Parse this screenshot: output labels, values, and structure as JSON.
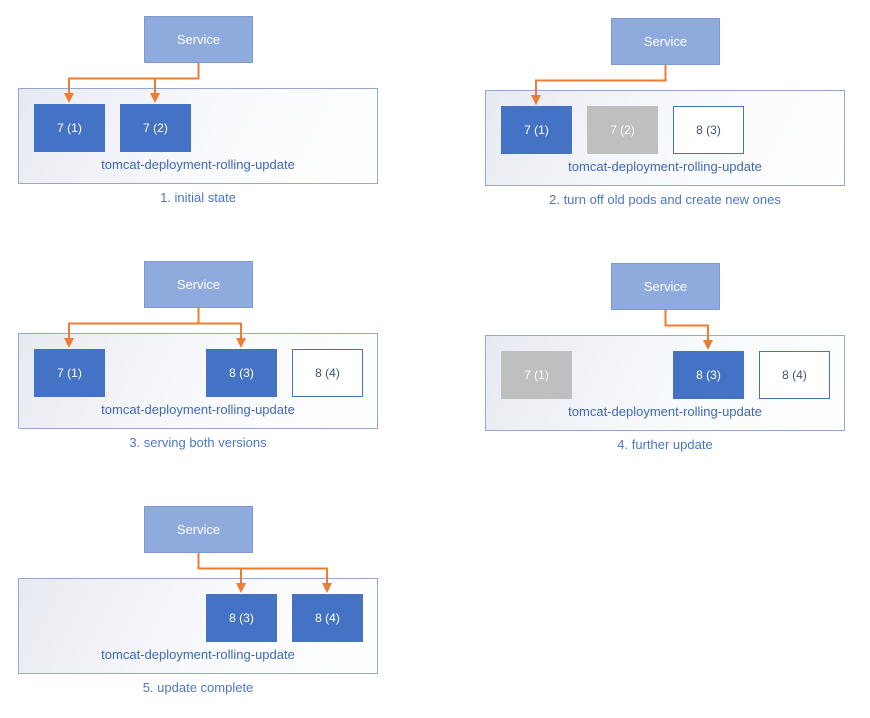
{
  "colors": {
    "pod_active_fill": "#4472C4",
    "pod_active_text": "#FFFFFF",
    "pod_inactive_fill": "#BFBFBF",
    "pod_inactive_text": "#FFFFFF",
    "pod_new_fill": "#FFFFFF",
    "pod_new_border": "#4472C4",
    "pod_new_text": "#44546A",
    "service_fill": "#8FAADC",
    "service_text": "#FFFFFF",
    "arrow": "#ED7D31",
    "container_border": "#96A8D2",
    "label_text": "#4068B4",
    "caption_text": "#4C77C5"
  },
  "service_label": "Service",
  "deployment_label": "tomcat-deployment-rolling-update",
  "panels": [
    {
      "caption": "1. initial state",
      "pods": [
        {
          "label": "7 (1)",
          "state": "active",
          "slot": 0
        },
        {
          "label": "7 (2)",
          "state": "active",
          "slot": 1
        }
      ],
      "service_routes_to_slots": [
        0,
        1
      ]
    },
    {
      "caption": "2. turn off old pods and create new ones",
      "pods": [
        {
          "label": "7 (1)",
          "state": "active",
          "slot": 0
        },
        {
          "label": "7 (2)",
          "state": "inactive",
          "slot": 1
        },
        {
          "label": "8 (3)",
          "state": "new",
          "slot": 2
        }
      ],
      "service_routes_to_slots": [
        0
      ]
    },
    {
      "caption": "3. serving both versions",
      "pods": [
        {
          "label": "7 (1)",
          "state": "active",
          "slot": 0
        },
        {
          "label": "8 (3)",
          "state": "active",
          "slot": 2
        },
        {
          "label": "8 (4)",
          "state": "new",
          "slot": 3
        }
      ],
      "service_routes_to_slots": [
        0,
        2
      ]
    },
    {
      "caption": "4. further update",
      "pods": [
        {
          "label": "7 (1)",
          "state": "inactive",
          "slot": 0
        },
        {
          "label": "8 (3)",
          "state": "active",
          "slot": 2
        },
        {
          "label": "8 (4)",
          "state": "new",
          "slot": 3
        }
      ],
      "service_routes_to_slots": [
        2
      ]
    },
    {
      "caption": "5. update complete",
      "pods": [
        {
          "label": "8 (3)",
          "state": "active",
          "slot": 2
        },
        {
          "label": "8 (4)",
          "state": "active",
          "slot": 3
        }
      ],
      "service_routes_to_slots": [
        2,
        3
      ]
    }
  ]
}
